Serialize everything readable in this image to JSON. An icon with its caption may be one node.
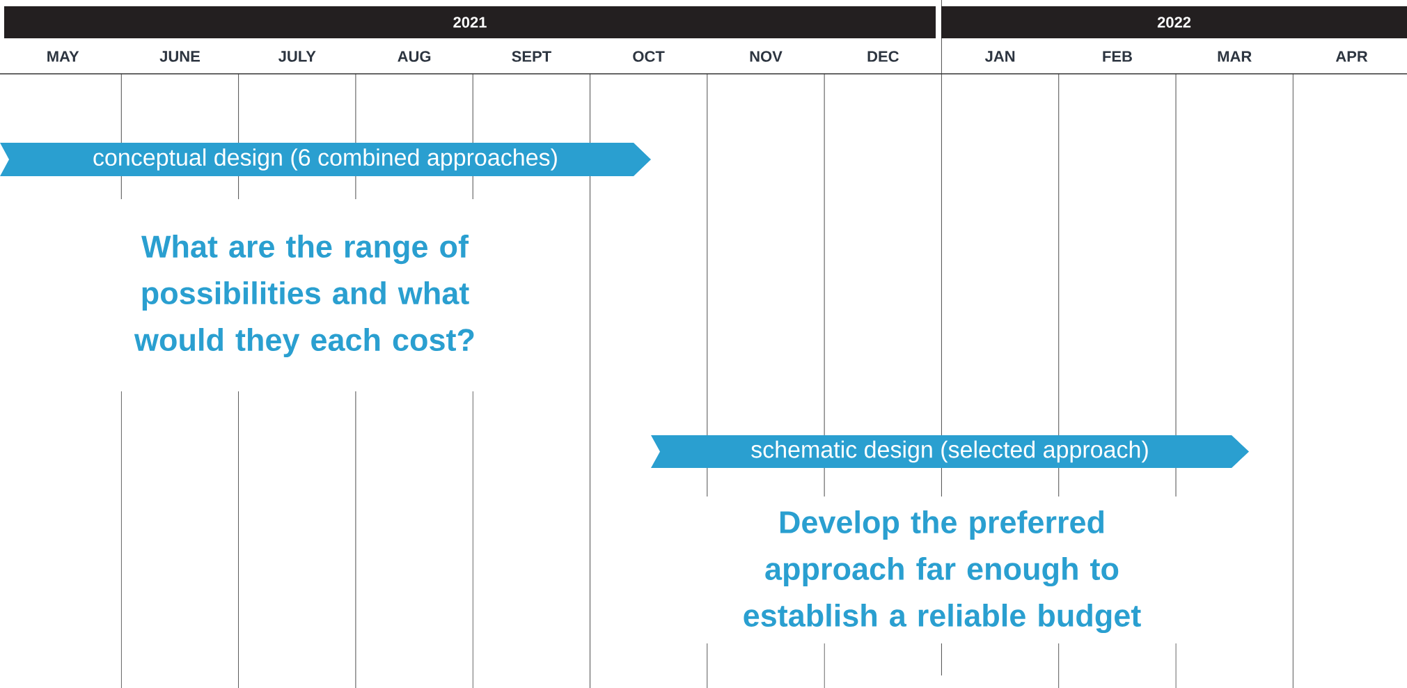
{
  "diagram": {
    "nodes": [
      {
        "text": [
          "2021"
        ]
      },
      {
        "text": [
          "2022"
        ]
      },
      {
        "text": [
          "conceptual design (6 combined approaches)"
        ]
      },
      {
        "text": [
          "schematic design (selected approach)"
        ]
      }
    ],
    "labels": [
      "MAY",
      "JUNE",
      "JULY",
      "AUG",
      "SEPT",
      "OCT",
      "NOV",
      "DEC",
      "JAN",
      "FEB",
      "MAR",
      "APR",
      "What are the range of possibilities and what would they each cost?",
      "Develop the preferred approach far enough to establish a reliable budget"
    ]
  }
}
